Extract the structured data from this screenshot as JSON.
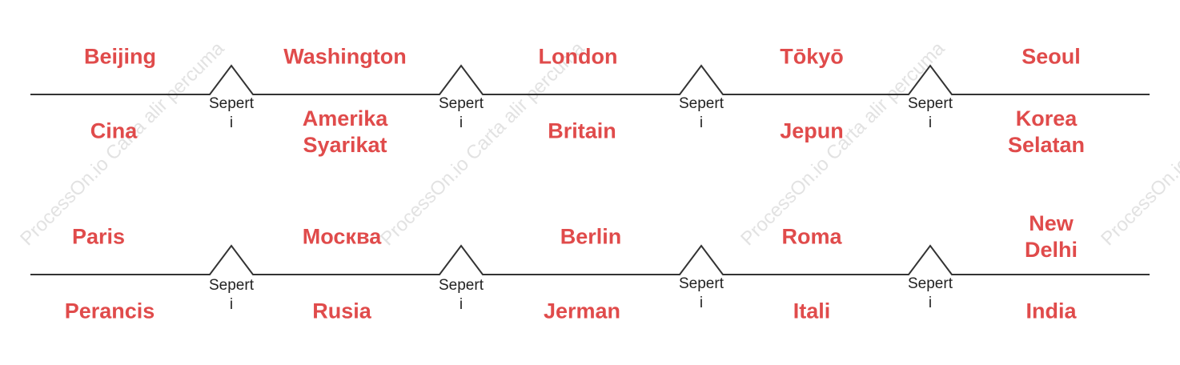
{
  "watermark": {
    "text": "ProcessOn.io Carta alir percuma",
    "color": "#c8c8c8"
  },
  "colors": {
    "label": "#e04b4b",
    "line": "#333333",
    "connector_text": "#222222"
  },
  "rows": [
    {
      "pairs": [
        {
          "top": "Beijing",
          "bottom": "Cina"
        },
        {
          "top": "Washington",
          "bottom": "Amerika\nSyarikat"
        },
        {
          "top": "London",
          "bottom": "Britain"
        },
        {
          "top": "Tōkyō",
          "bottom": "Jepun"
        },
        {
          "top": "Seoul",
          "bottom": "Korea\nSelatan"
        }
      ],
      "connectors": [
        {
          "part1": "Sepert",
          "part2": "i"
        },
        {
          "part1": "Sepert",
          "part2": "i"
        },
        {
          "part1": "Sepert",
          "part2": "i"
        },
        {
          "part1": "Sepert",
          "part2": "i"
        }
      ]
    },
    {
      "pairs": [
        {
          "top": "Paris",
          "bottom": "Perancis"
        },
        {
          "top": "Москва",
          "bottom": "Rusia"
        },
        {
          "top": "Berlin",
          "bottom": "Jerman"
        },
        {
          "top": "Roma",
          "bottom": "Itali"
        },
        {
          "top": "New\nDelhi",
          "bottom": "India"
        }
      ],
      "connectors": [
        {
          "part1": "Sepert",
          "part2": "i"
        },
        {
          "part1": "Sepert",
          "part2": "i"
        },
        {
          "part1": "Sepert",
          "part2": "i"
        },
        {
          "part1": "Sepert",
          "part2": "i"
        }
      ]
    }
  ]
}
